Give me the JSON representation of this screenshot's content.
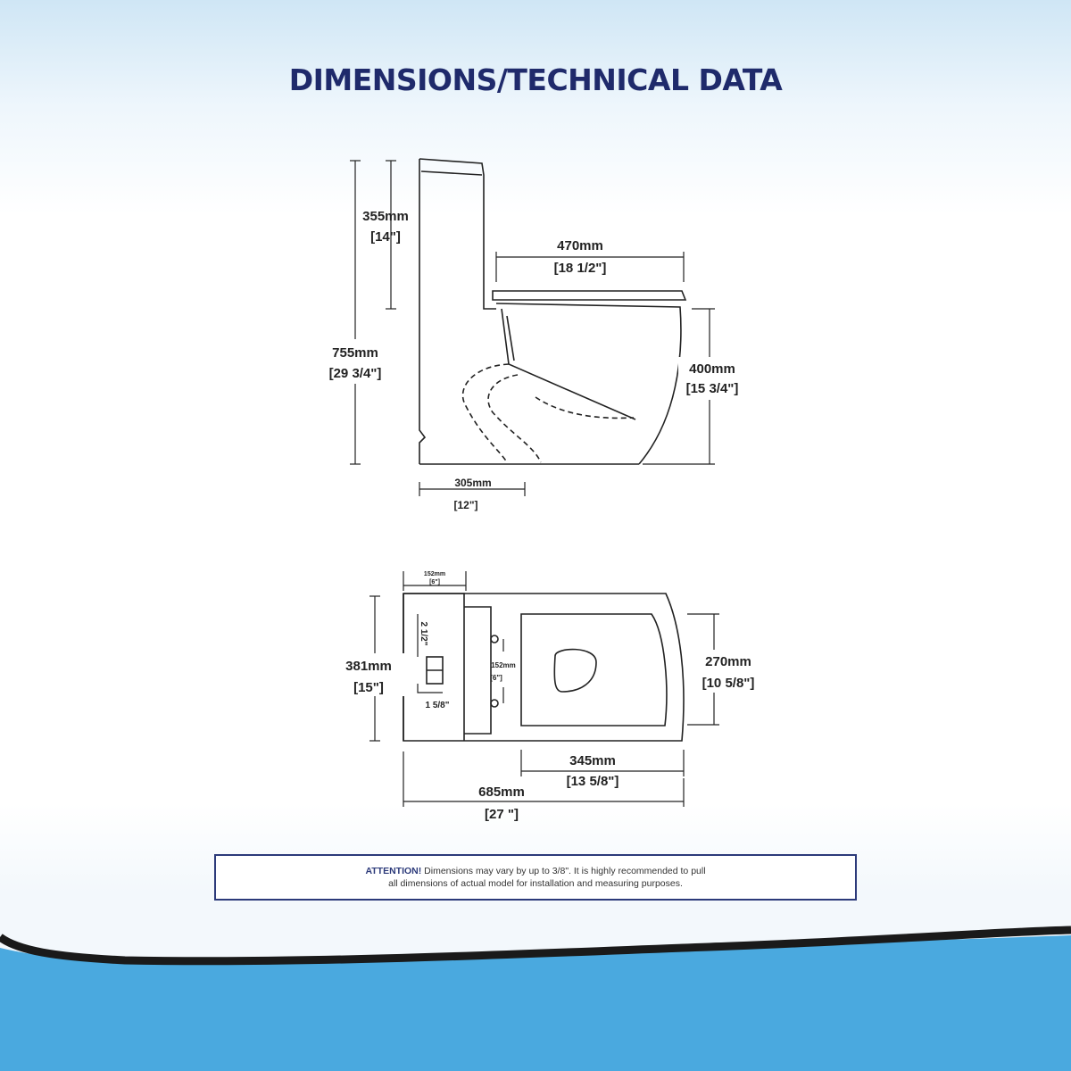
{
  "header": {
    "title": "DIMENSIONS/TECHNICAL DATA"
  },
  "side_view": {
    "dims": {
      "tank_height": {
        "mm": "355mm",
        "in": "[14\"]"
      },
      "total_height": {
        "mm": "755mm",
        "in": "[29 3/4\"]"
      },
      "seat_depth": {
        "mm": "470mm",
        "in": "[18 1/2\"]"
      },
      "seat_height": {
        "mm": "400mm",
        "in": "[15 3/4\"]"
      },
      "rough_in": {
        "mm": "305mm",
        "in": "[12\"]"
      }
    }
  },
  "top_view": {
    "dims": {
      "tank_small": {
        "mm": "152mm",
        "in": "[6\"]"
      },
      "valve_a": {
        "in": "2 1/2\""
      },
      "valve_b": {
        "in": "1 5/8\""
      },
      "bolt_spacing": {
        "mm": "152mm",
        "in": "[6\"]"
      },
      "tank_width": {
        "mm": "381mm",
        "in": "[15\"]"
      },
      "bowl_width": {
        "mm": "270mm",
        "in": "[10 5/8\"]"
      },
      "bowl_length": {
        "mm": "345mm",
        "in": "[13 5/8\"]"
      },
      "total_length": {
        "mm": "685mm",
        "in": "[27 \"]"
      }
    }
  },
  "notice": {
    "label": "ATTENTION!",
    "line1": " Dimensions may vary by up to 3/8\". It is highly recommended to pull",
    "line2": "all dimensions of actual model for installation and measuring purposes."
  },
  "colors": {
    "title": "#1f2a6b",
    "notice_border": "#2c3a7a",
    "wave": "#4aa9df",
    "outline": "#222222"
  }
}
